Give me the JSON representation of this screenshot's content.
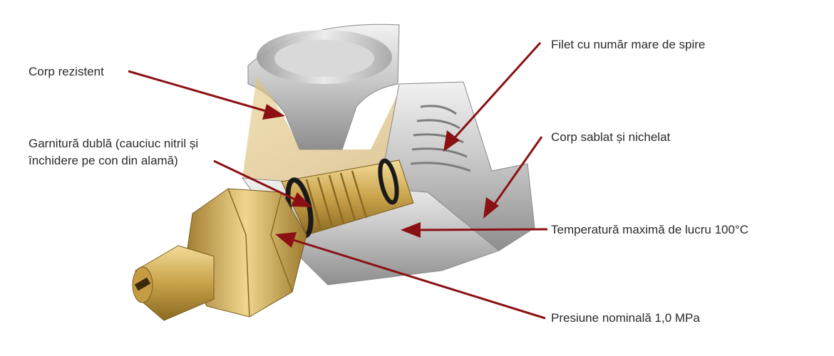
{
  "labels": {
    "corp_rezistent": "Corp rezistent",
    "garnitura_line1": "Garnitură dublă (cauciuc nitril și",
    "garnitura_line2": "închidere pe con din alamă)",
    "filet": "Filet cu număr mare de spire",
    "corp_sablat": "Corp sablat și nichelat",
    "temperatura": "Temperatură maximă de lucru 100°C",
    "presiune": "Presiune nominală 1,0 MPa"
  },
  "colors": {
    "arrow": "#8b1014",
    "brass": "#c9a24a",
    "nickel": "#c8c8c8"
  }
}
